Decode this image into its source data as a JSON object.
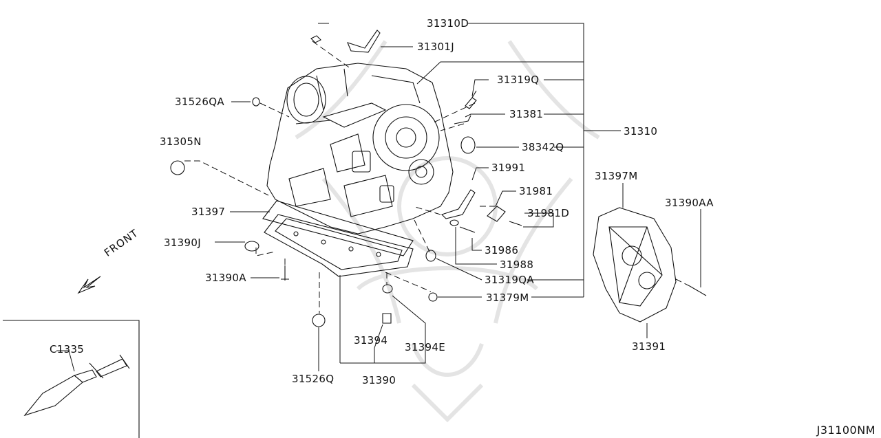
{
  "diagram": {
    "reference_code": "J31100NM",
    "front_label": "FRONT",
    "parts": [
      {
        "id": "31310D",
        "label": "31310D"
      },
      {
        "id": "31301J",
        "label": "31301J"
      },
      {
        "id": "31319Q",
        "label": "31319Q"
      },
      {
        "id": "31381",
        "label": "31381"
      },
      {
        "id": "31310",
        "label": "31310"
      },
      {
        "id": "38342Q",
        "label": "38342Q"
      },
      {
        "id": "31526QA",
        "label": "31526QA"
      },
      {
        "id": "31305N",
        "label": "31305N"
      },
      {
        "id": "31991",
        "label": "31991"
      },
      {
        "id": "31981",
        "label": "31981"
      },
      {
        "id": "31981D",
        "label": "31981D"
      },
      {
        "id": "31397M",
        "label": "31397M"
      },
      {
        "id": "31390AA",
        "label": "31390AA"
      },
      {
        "id": "31397",
        "label": "31397"
      },
      {
        "id": "31390J",
        "label": "31390J"
      },
      {
        "id": "31986",
        "label": "31986"
      },
      {
        "id": "31988",
        "label": "31988"
      },
      {
        "id": "31390A",
        "label": "31390A"
      },
      {
        "id": "31319QA",
        "label": "31319QA"
      },
      {
        "id": "31379M",
        "label": "31379M"
      },
      {
        "id": "31394",
        "label": "31394"
      },
      {
        "id": "31394E",
        "label": "31394E"
      },
      {
        "id": "31391",
        "label": "31391"
      },
      {
        "id": "31526Q",
        "label": "31526Q"
      },
      {
        "id": "31390",
        "label": "31390"
      },
      {
        "id": "C1335",
        "label": "C1335"
      }
    ]
  }
}
